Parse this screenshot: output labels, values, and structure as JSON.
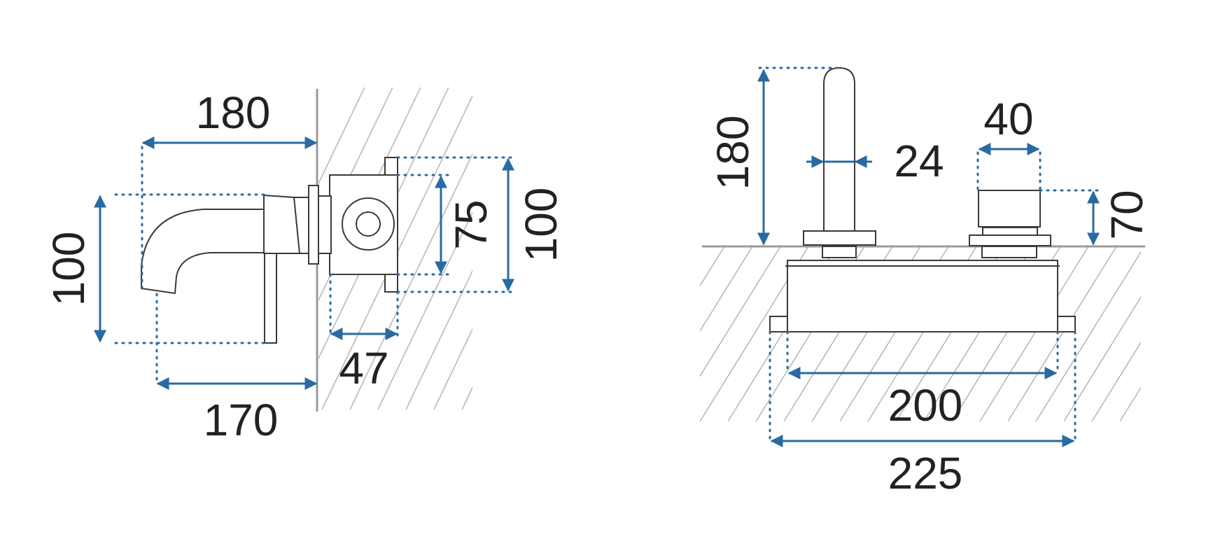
{
  "colors": {
    "dimension": "#2a6aa3",
    "outline": "#3a3a3a",
    "hatch": "#b5b5b5",
    "wall": "#9a9a9a"
  },
  "side_view": {
    "spout_projection": "180",
    "spout_length": "170",
    "height": "100",
    "box_depth": "47",
    "inner_height": "75",
    "outer_height": "100"
  },
  "front_view": {
    "spout_height": "180",
    "spout_diameter": "24",
    "handle_width": "40",
    "handle_height": "70",
    "inner_width": "200",
    "outer_width": "225"
  }
}
